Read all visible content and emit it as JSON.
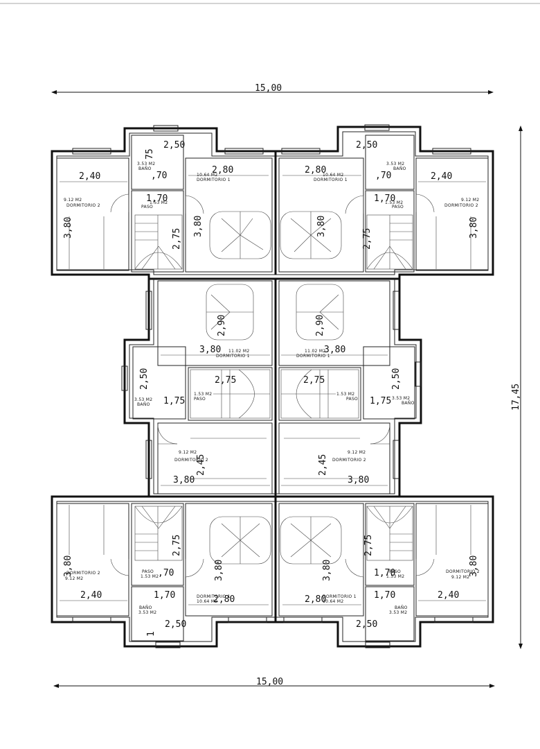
{
  "plan": {
    "overall_width": "15,00",
    "overall_depth": "17,45",
    "labels": {
      "dormitorio_1": "DORMITORIO 1",
      "dormitorio_2": "DORMITORIO 2",
      "bano": "BAÑO",
      "paso": "PASO",
      "area_dorm1_a": "10.64 M2",
      "area_dorm1_b": "11.02 M2",
      "area_dorm2": "9.12 M2",
      "area_bano": "3.53 M2",
      "area_paso": "1.53 M2"
    },
    "dims": {
      "d240": "2,40",
      "d250": "2,50",
      "d280": "2,80",
      "d170": "1,70",
      "d380": "3,80",
      "d175": "1,75",
      "d275": "2,75",
      "d290": "2,90",
      "d245": "2,45",
      "d070": ",70",
      "d075": "75",
      "d1": "1"
    }
  }
}
